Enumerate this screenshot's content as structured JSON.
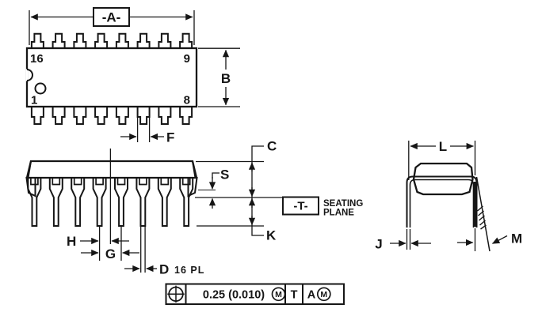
{
  "figure_type": "IC package outline drawing (16-lead DIP)",
  "top_view": {
    "dim_a_label": "-A-",
    "dim_b_label": "B",
    "dim_f_label": "F",
    "pin_top_left": "16",
    "pin_top_right": "9",
    "pin_bottom_left": "1",
    "pin_bottom_right": "8"
  },
  "side_view": {
    "dim_c_label": "C",
    "dim_s_label": "S",
    "dim_k_label": "K",
    "dim_h_label": "H",
    "dim_g_label": "G",
    "dim_d_label": "D",
    "dim_d_qualifier": "16 PL",
    "datum_t_label": "-T-",
    "seating_plane_line1": "SEATING",
    "seating_plane_line2": "PLANE"
  },
  "end_view": {
    "dim_l_label": "L",
    "dim_j_label": "J",
    "dim_m_label": "M"
  },
  "tolerance_frame": {
    "position_symbol": "position-tolerance-icon",
    "tolerance_value": "0.25 (0.010)",
    "tolerance_modifier": "M",
    "primary_datum": "T",
    "secondary_datum": "A",
    "secondary_modifier": "M"
  },
  "colors": {
    "line": "#161616",
    "background": "#ffffff"
  }
}
